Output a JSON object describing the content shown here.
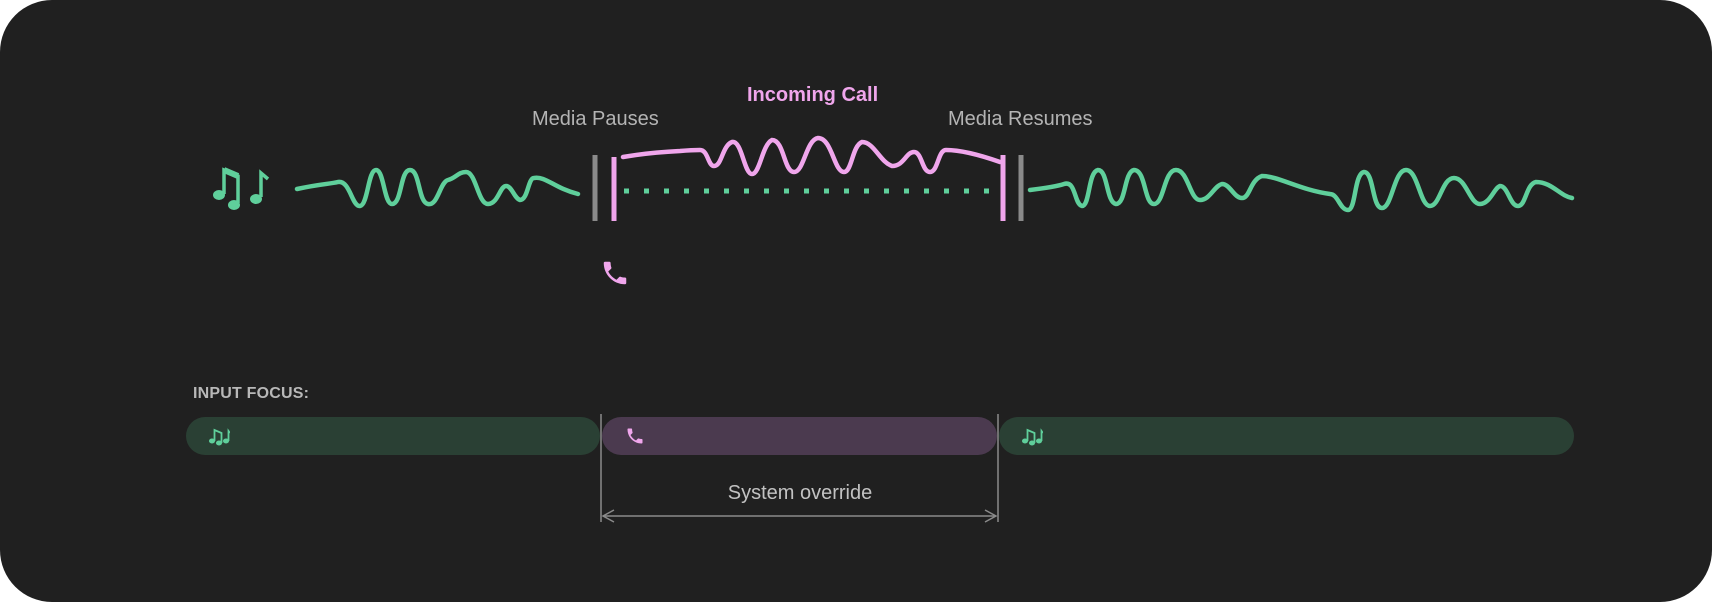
{
  "labels": {
    "media_pauses": "Media Pauses",
    "incoming_call": "Incoming Call",
    "media_resumes": "Media Resumes",
    "input_focus": "INPUT FOCUS:",
    "system_override": "System override"
  },
  "icons": {
    "music": "music-notes-icon",
    "phone": "phone-icon"
  },
  "colors": {
    "background": "#202020",
    "media_wave": "#5fcf9b",
    "call_wave": "#f0a6ec",
    "media_focus": "#2a4034",
    "call_focus": "#4b3a4f",
    "marker": "#8a8a8a"
  }
}
